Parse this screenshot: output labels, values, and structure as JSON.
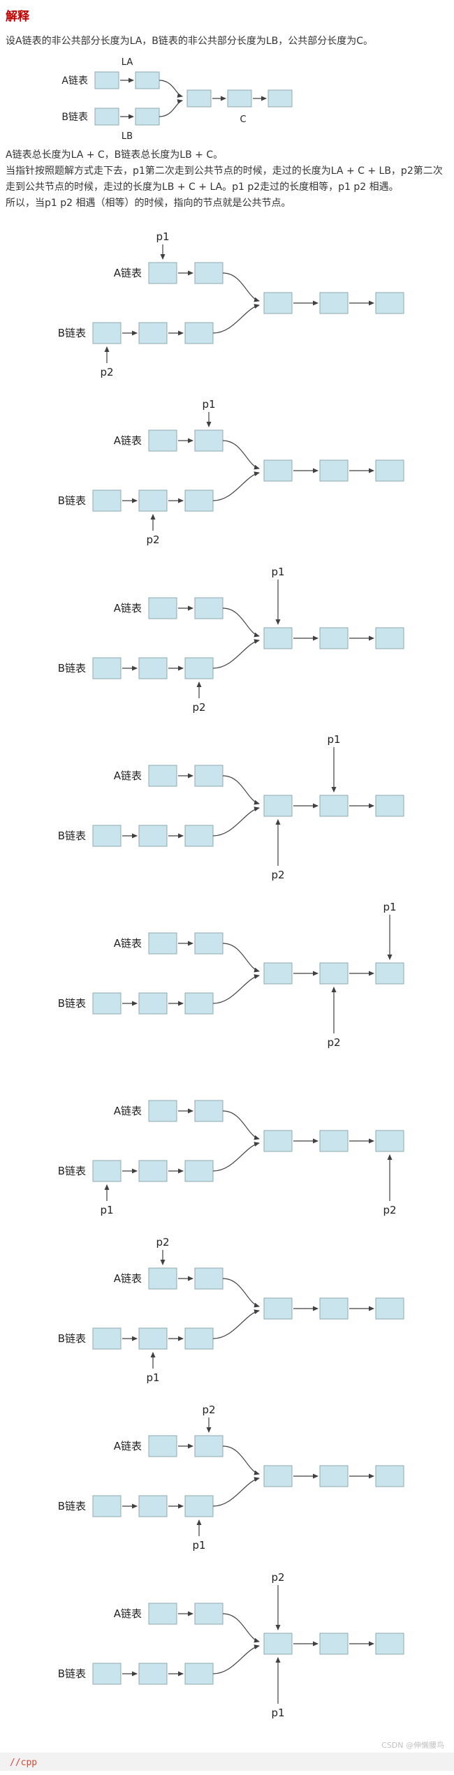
{
  "page": {
    "heading": "解释",
    "intro_paragraph": "设A链表的非公共部分长度为LA，B链表的非公共部分长度为LB，公共部分长度为C。",
    "paragraphs": [
      "A链表总长度为LA + C，B链表总长度为LB + C。",
      "当指针按照题解方式走下去，p1第二次走到公共节点的时候，走过的长度为LA + C + LB，p2第二次走到公共节点的时候，走过的长度为LB + C + LA。p1 p2走过的长度相等，p1 p2 相遇。",
      "所以，当p1 p2 相遇（相等）的时候，指向的节点就是公共节点。"
    ],
    "code_first_line": "//cpp",
    "watermark": "CSDN @伸懒腰鸟"
  },
  "colors": {
    "heading": "#c00000",
    "body_text": "#333333",
    "node_fill": "#c9e4ec",
    "node_stroke": "#8fa8b0",
    "line": "#404040",
    "code_text": "#cc4b3d",
    "code_bg": "#f2f2f2",
    "watermark": "#c2c2c2"
  },
  "intro_diagram": {
    "a_label": "A链表",
    "b_label": "B链表",
    "la_label": "LA",
    "lb_label": "LB",
    "c_label": "C",
    "a_nodes": 2,
    "b_nodes": 2,
    "common_nodes": 3
  },
  "step_diagram": {
    "a_label": "A链表",
    "b_label": "B链表",
    "p1_label": "p1",
    "p2_label": "p2",
    "a_nodes": 2,
    "b_nodes": 3,
    "common_nodes": 3
  },
  "steps": [
    {
      "p1": {
        "row": "a",
        "index": 0,
        "side": "above"
      },
      "p2": {
        "row": "b",
        "index": 0,
        "side": "below"
      }
    },
    {
      "p1": {
        "row": "a",
        "index": 1,
        "side": "above"
      },
      "p2": {
        "row": "b",
        "index": 1,
        "side": "below"
      }
    },
    {
      "p1": {
        "row": "c",
        "index": 0,
        "side": "above"
      },
      "p2": {
        "row": "b",
        "index": 2,
        "side": "below"
      }
    },
    {
      "p1": {
        "row": "c",
        "index": 1,
        "side": "above"
      },
      "p2": {
        "row": "c",
        "index": 0,
        "side": "below"
      }
    },
    {
      "p1": {
        "row": "c",
        "index": 2,
        "side": "above"
      },
      "p2": {
        "row": "c",
        "index": 1,
        "side": "below"
      }
    },
    {
      "p1": {
        "row": "b",
        "index": 0,
        "side": "below"
      },
      "p2": {
        "row": "c",
        "index": 2,
        "side": "below"
      }
    },
    {
      "p1": {
        "row": "b",
        "index": 1,
        "side": "below"
      },
      "p2": {
        "row": "a",
        "index": 0,
        "side": "above"
      }
    },
    {
      "p1": {
        "row": "b",
        "index": 2,
        "side": "below"
      },
      "p2": {
        "row": "a",
        "index": 1,
        "side": "above"
      }
    },
    {
      "p1": {
        "row": "c",
        "index": 0,
        "side": "below"
      },
      "p2": {
        "row": "c",
        "index": 0,
        "side": "above"
      }
    }
  ]
}
